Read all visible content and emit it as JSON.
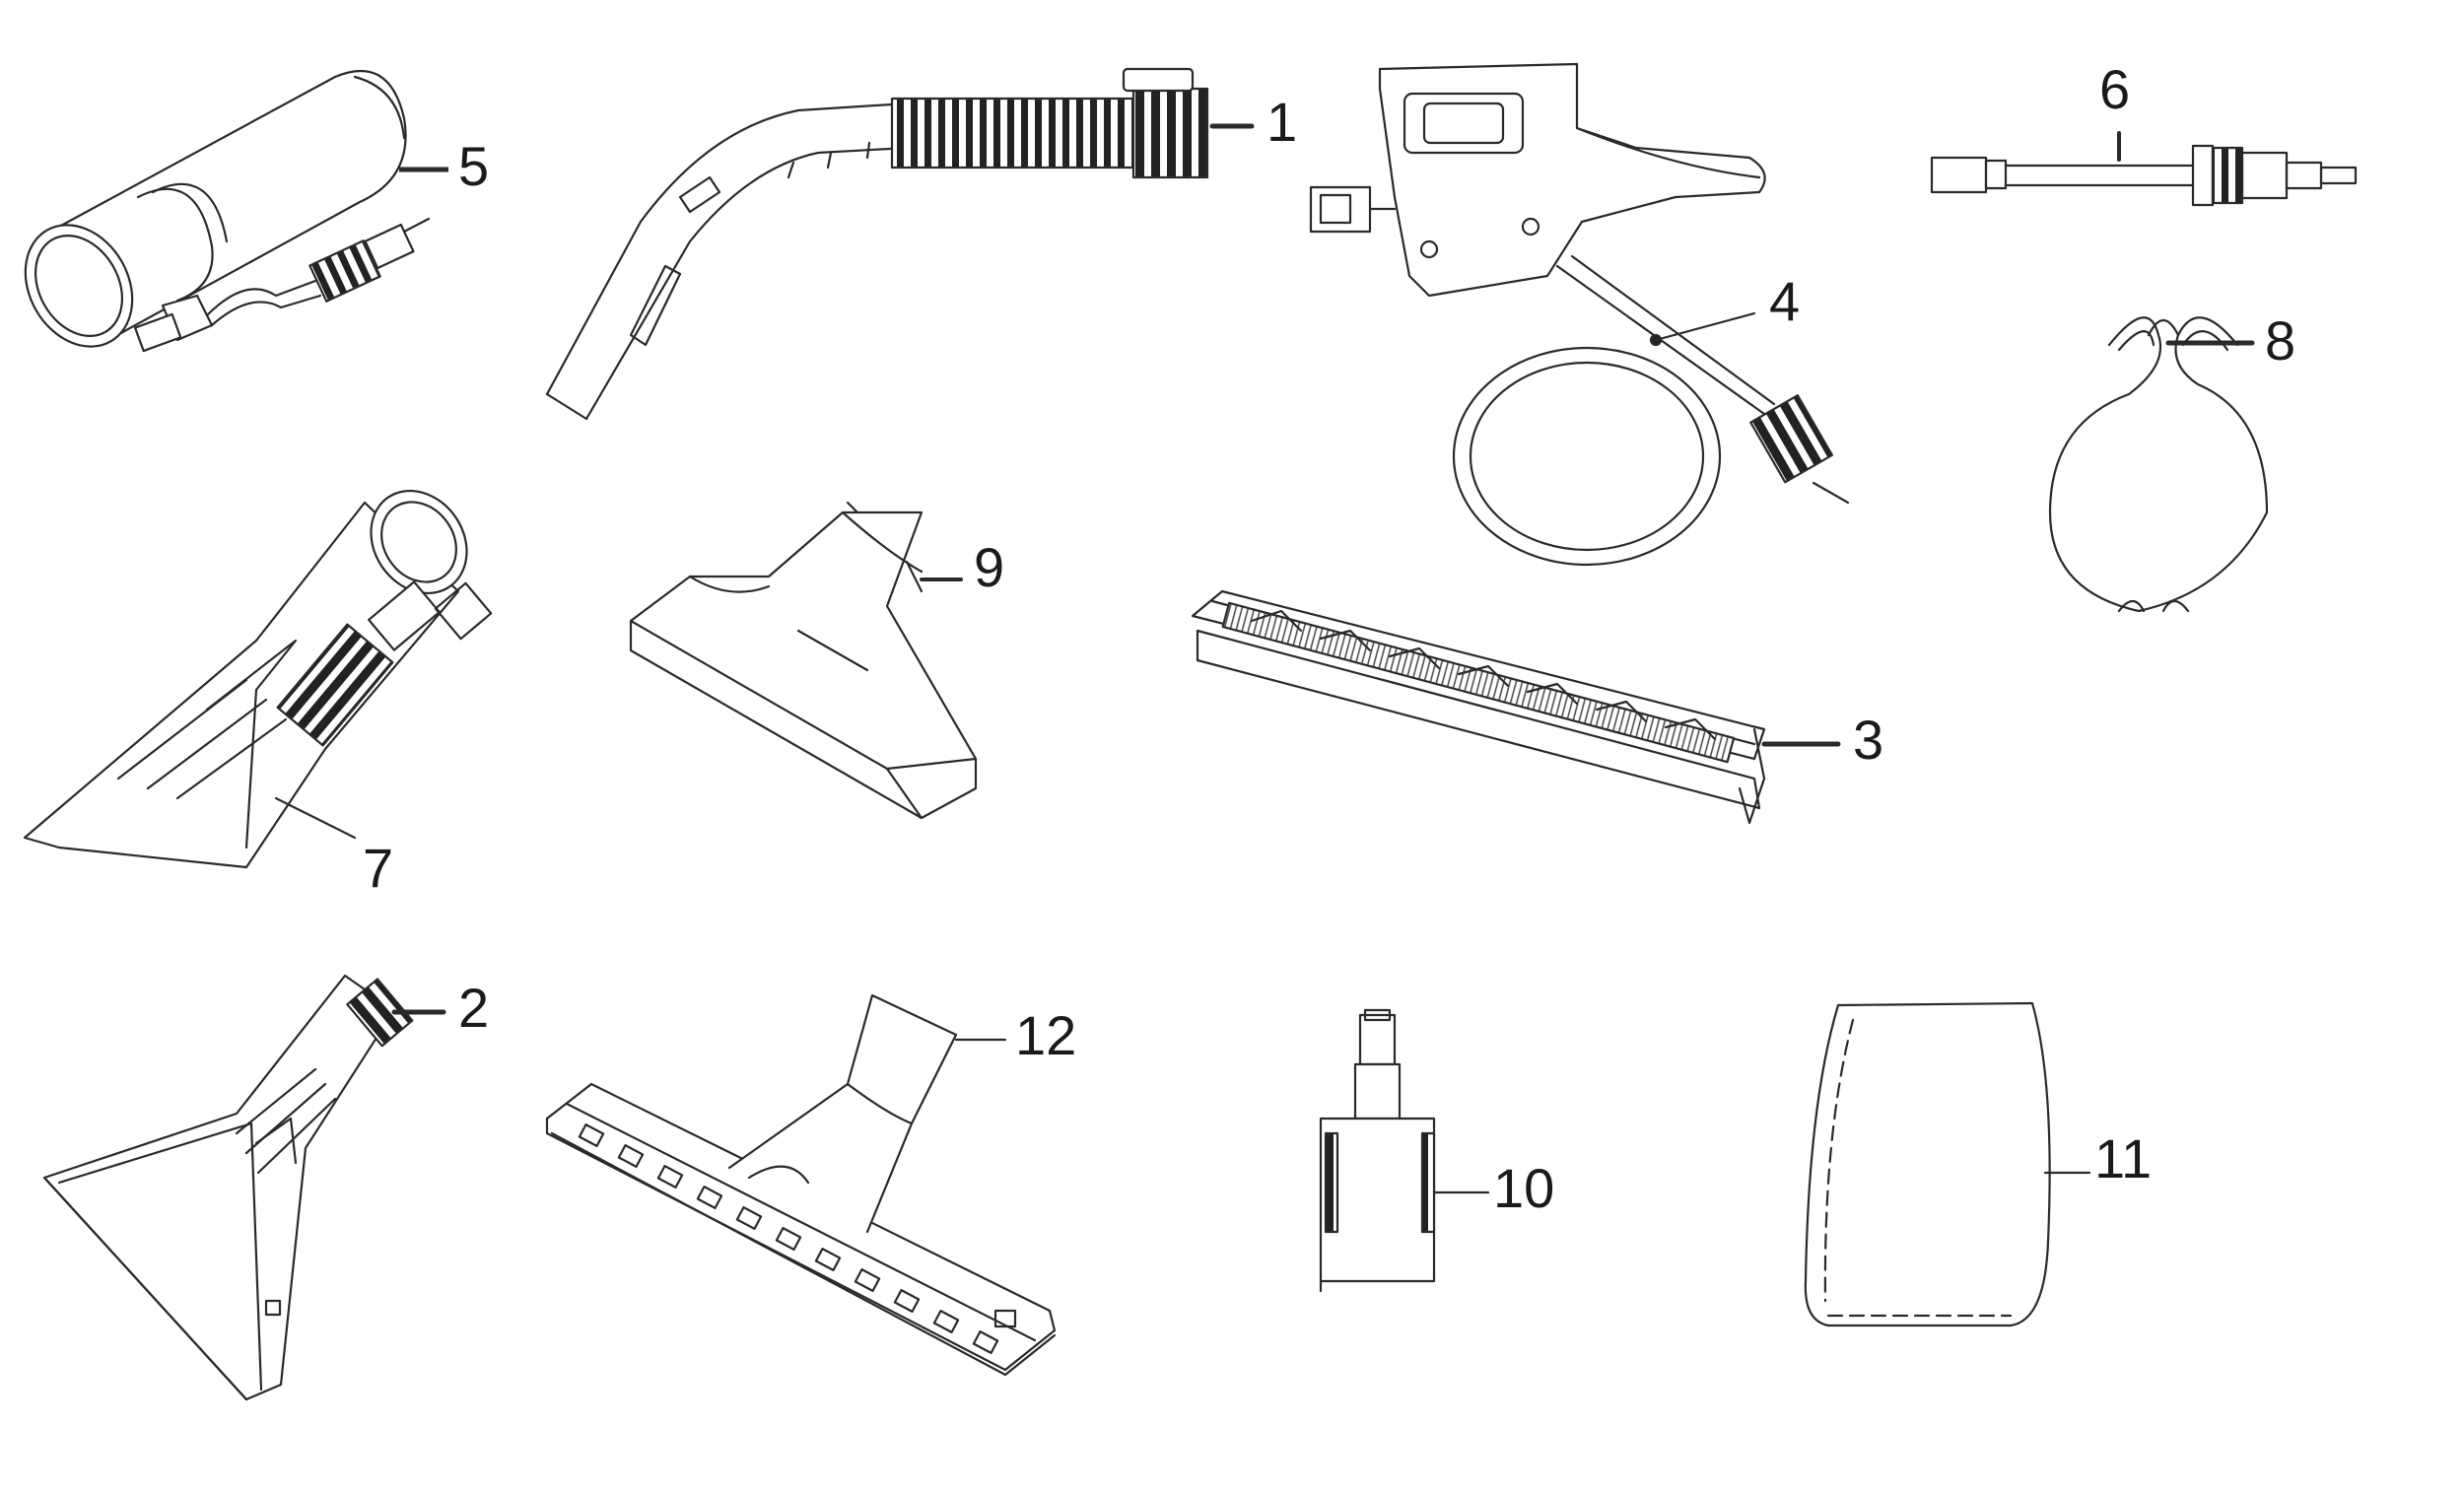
{
  "parts": [
    {
      "id": "hose-handle",
      "number": "1"
    },
    {
      "id": "upholstery-tool",
      "number": "2"
    },
    {
      "id": "squeegee-tool",
      "number": "3"
    },
    {
      "id": "spray-handle",
      "number": "4"
    },
    {
      "id": "pipe-adapter",
      "number": "5"
    },
    {
      "id": "extension-valve",
      "number": "6"
    },
    {
      "id": "hand-tool",
      "number": "7"
    },
    {
      "id": "hose-clip",
      "number": "8"
    },
    {
      "id": "floor-nozzle-adapter",
      "number": "9"
    },
    {
      "id": "filter",
      "number": "10"
    },
    {
      "id": "filter-bag",
      "number": "11"
    },
    {
      "id": "floor-brush",
      "number": "12"
    }
  ]
}
